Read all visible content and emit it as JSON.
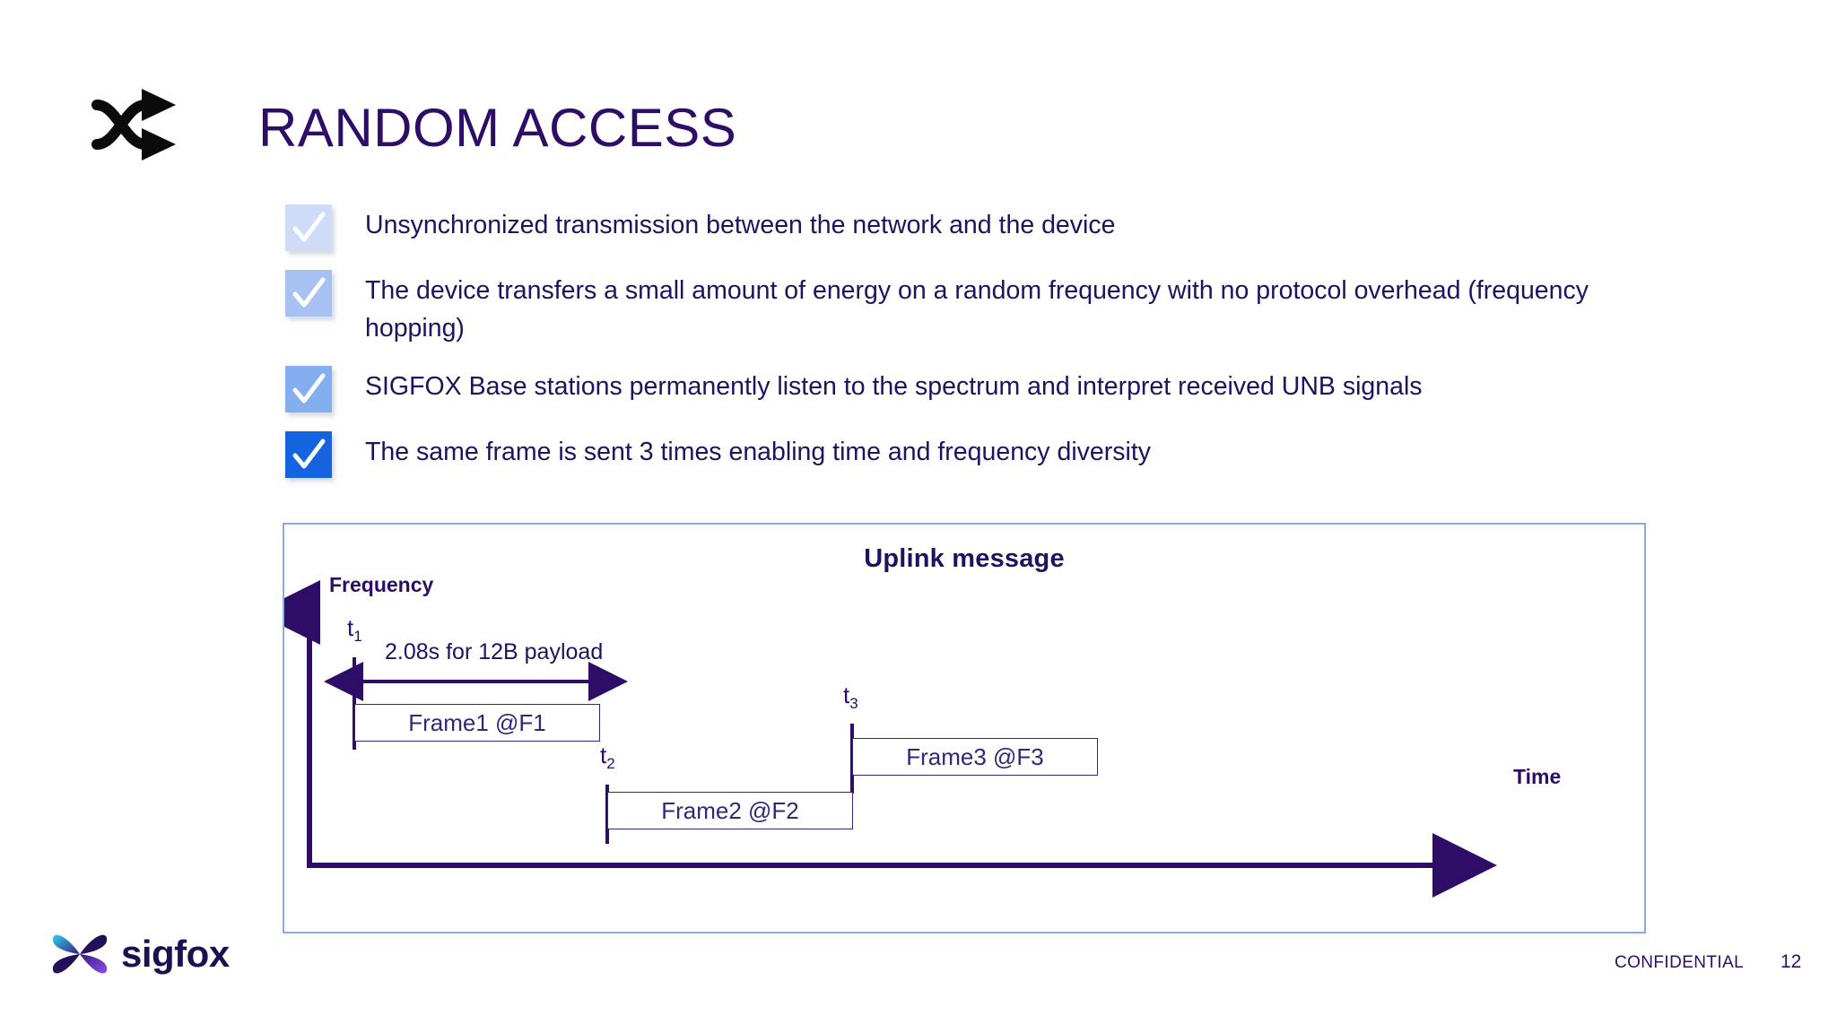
{
  "header": {
    "icon": "shuffle-icon",
    "title": "RANDOM ACCESS",
    "title_color": "#2d0d66"
  },
  "bullets": [
    {
      "icon": "check-icon",
      "box_color": "#cfdcf7",
      "text": "Unsynchronized transmission between the network and the device"
    },
    {
      "icon": "check-icon",
      "box_color": "#a7c2f2",
      "text": "The device transfers a small amount of energy on a random frequency with no protocol overhead (frequency hopping)"
    },
    {
      "icon": "check-icon",
      "box_color": "#85aef0",
      "text": "SIGFOX Base stations permanently listen to the spectrum and interpret received UNB signals"
    },
    {
      "icon": "check-icon",
      "box_color": "#1464e0",
      "text": "The same frame is sent 3 times enabling time and frequency diversity"
    }
  ],
  "diagram": {
    "title": "Uplink message",
    "y_axis_label": "Frequency",
    "x_axis_label": "Time",
    "border_color": "#8fa8e8",
    "line_color": "#2d0d66",
    "duration_label": "2.08s for 12B payload",
    "time_markers": [
      {
        "label": "t",
        "sub": "1"
      },
      {
        "label": "t",
        "sub": "2"
      },
      {
        "label": "t",
        "sub": "3"
      }
    ],
    "frames": [
      {
        "label": "Frame1 @F1"
      },
      {
        "label": "Frame2 @F2"
      },
      {
        "label": "Frame3 @F3"
      }
    ]
  },
  "chart_data": {
    "type": "diagram",
    "title": "Uplink message",
    "xlabel": "Time",
    "ylabel": "Frequency",
    "annotations": [
      "2.08s for 12B payload"
    ],
    "series": [
      {
        "name": "Frame1 @F1",
        "start_marker": "t1",
        "frequency": "F1",
        "duration_s": 2.08
      },
      {
        "name": "Frame2 @F2",
        "start_marker": "t2",
        "frequency": "F2",
        "duration_s": 2.08
      },
      {
        "name": "Frame3 @F3",
        "start_marker": "t3",
        "frequency": "F3",
        "duration_s": 2.08
      }
    ]
  },
  "footer": {
    "brand": "sigfox",
    "confidential": "CONFIDENTIAL",
    "page_number": "12"
  }
}
